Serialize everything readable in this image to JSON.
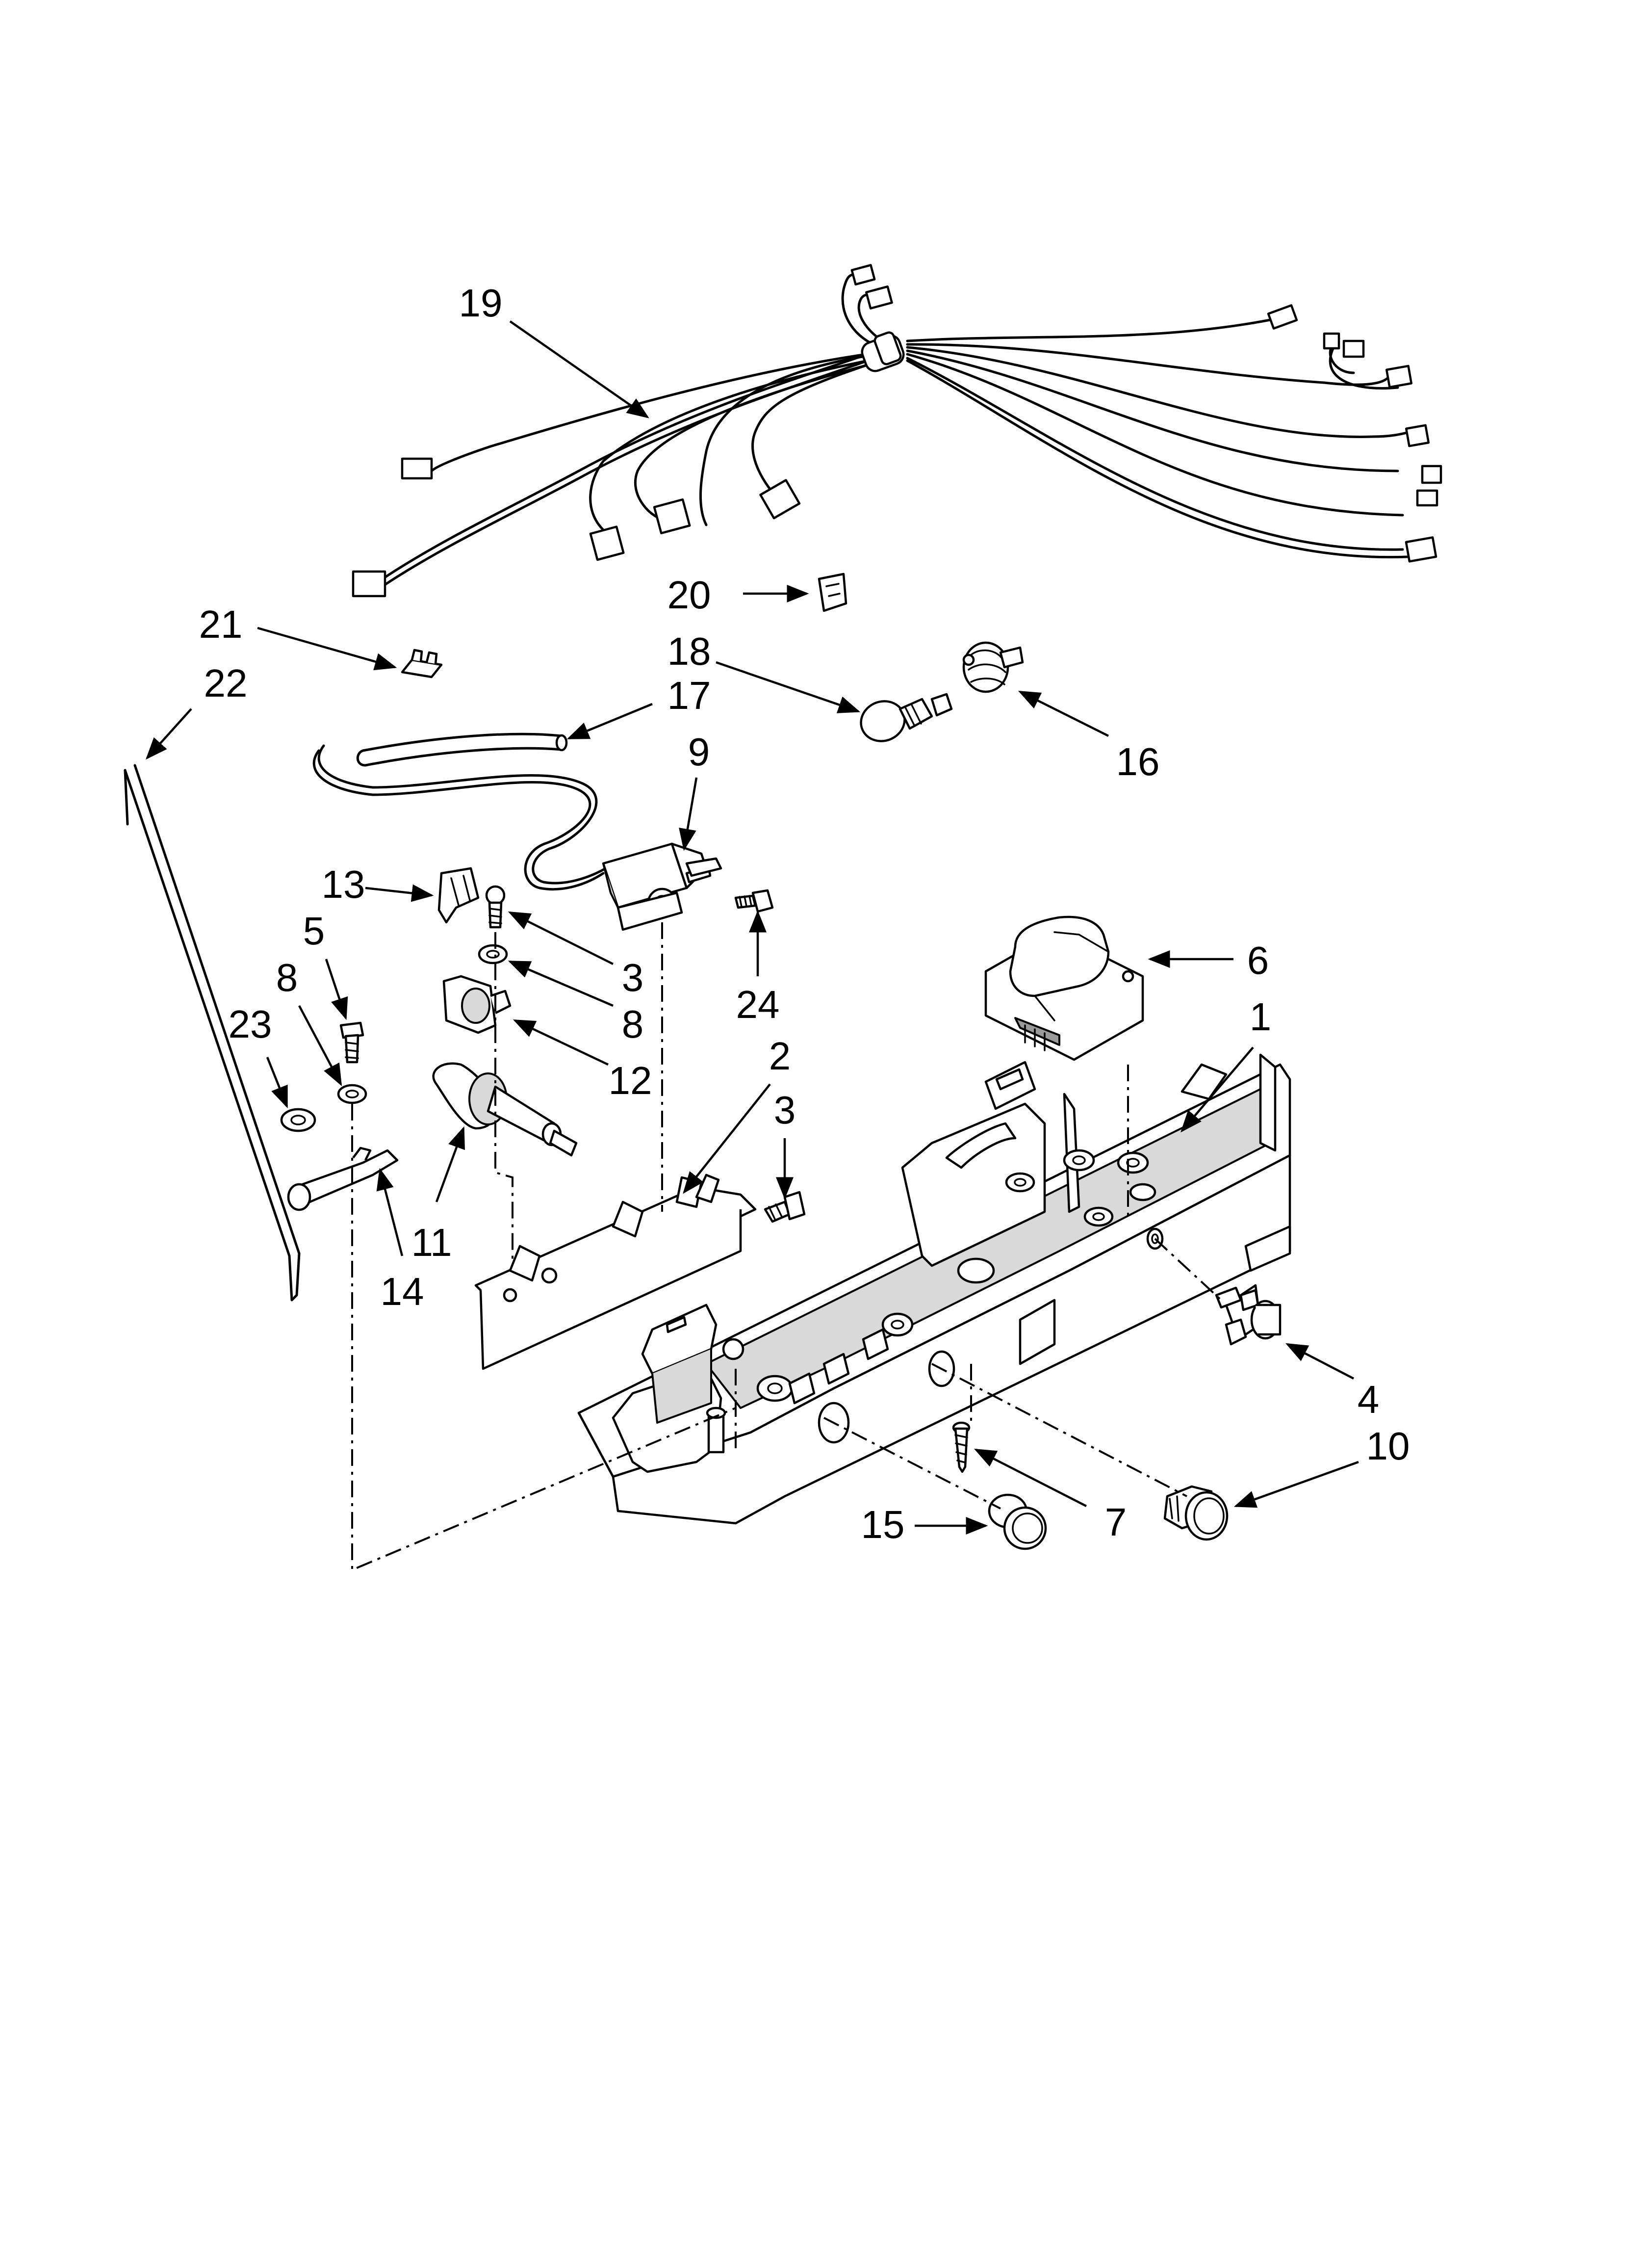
{
  "diagram": {
    "callouts": [
      "19",
      "20",
      "21",
      "22",
      "18",
      "17",
      "16",
      "9",
      "13",
      "5",
      "8",
      "3",
      "6",
      "1",
      "24",
      "8",
      "12",
      "23",
      "2",
      "3",
      "11",
      "14",
      "4",
      "10",
      "15",
      "7"
    ]
  }
}
